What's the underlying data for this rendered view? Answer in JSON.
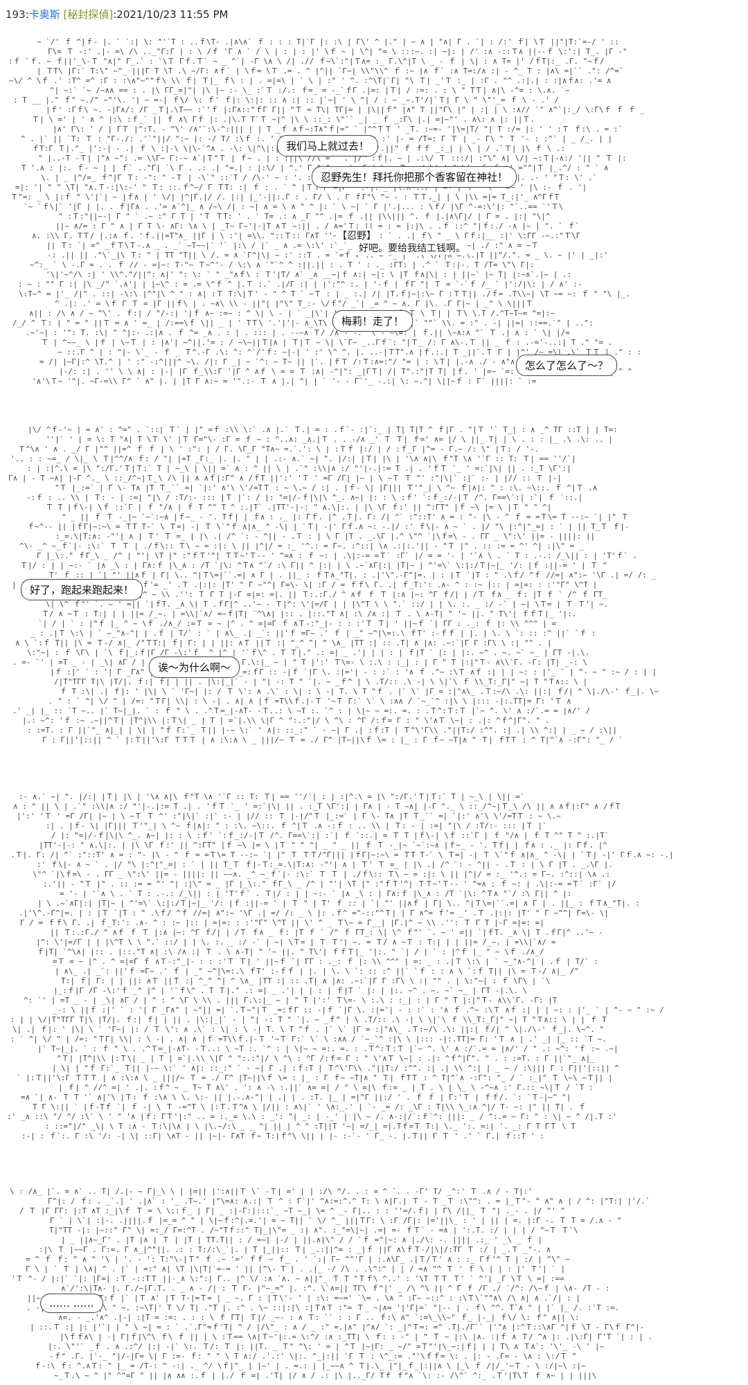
{
  "post": {
    "number": "193",
    "separator": ":",
    "author": "卡奥斯",
    "trip": "[秘封探偵]",
    "timestamp": ":2021/10/23 11:55 PM"
  },
  "panel1": {
    "bubbles": [
      "我们马上就过去！",
      "忍野先生！拜托你把那个香客留在神社！",
      "梅莉！走了！",
      "怎么了怎么了～？"
    ],
    "speaker": "【忍野】",
    "narration": "好吧。要给我结工钱啊。"
  },
  "panel2": {
    "bubbles": [
      "好了，跑起来跑起来！",
      "诶～为什么啊～"
    ]
  },
  "panel4": {
    "bubbles": [
      "…… ……"
    ]
  },
  "colors": {
    "author": "#2a6fc9",
    "trip": "#7a9a2a",
    "line_art": "#444444"
  }
}
